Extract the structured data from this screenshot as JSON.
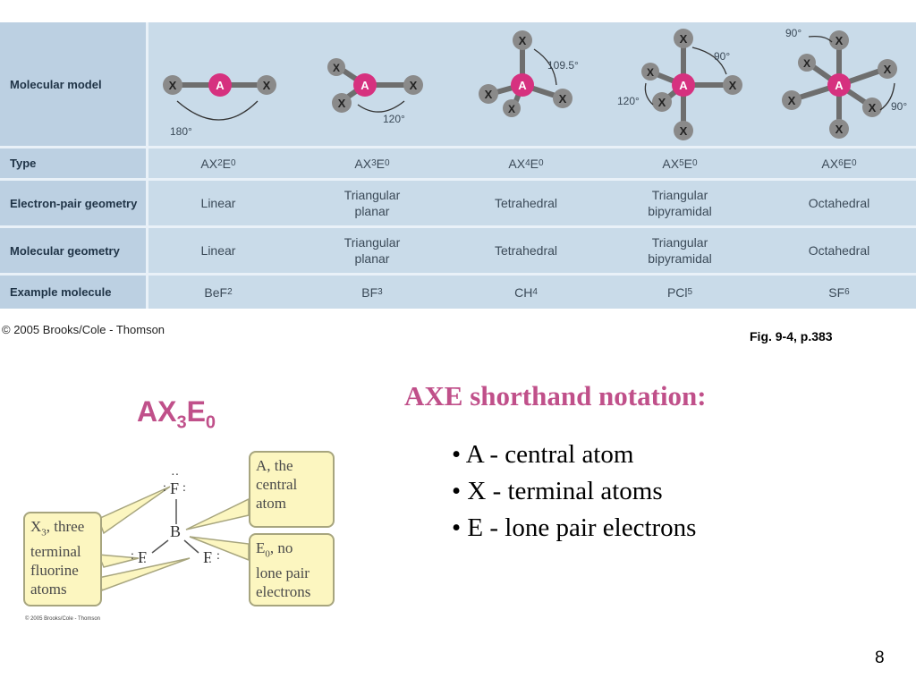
{
  "figure": {
    "row_labels": [
      "Molecular model",
      "Type",
      "Electron-pair geometry",
      "Molecular geometry",
      "Example molecule"
    ],
    "columns": [
      {
        "type": "AX2E0",
        "type_main": "AX",
        "type_s1": "2",
        "type_mid": "E",
        "type_s2": "0",
        "electron_geometry": [
          "Linear"
        ],
        "molecular_geometry": [
          "Linear"
        ],
        "example_main": "BeF",
        "example_sub": "2",
        "angle": "180°"
      },
      {
        "type": "AX3E0",
        "type_main": "AX",
        "type_s1": "3",
        "type_mid": "E",
        "type_s2": "0",
        "electron_geometry": [
          "Triangular",
          "planar"
        ],
        "molecular_geometry": [
          "Triangular",
          "planar"
        ],
        "example_main": "BF",
        "example_sub": "3",
        "angle": "120°"
      },
      {
        "type": "AX4E0",
        "type_main": "AX",
        "type_s1": "4",
        "type_mid": "E",
        "type_s2": "0",
        "electron_geometry": [
          "Tetrahedral"
        ],
        "molecular_geometry": [
          "Tetrahedral"
        ],
        "example_main": "CH",
        "example_sub": "4",
        "angle": "109.5°"
      },
      {
        "type": "AX5E0",
        "type_main": "AX",
        "type_s1": "5",
        "type_mid": "E",
        "type_s2": "0",
        "electron_geometry": [
          "Triangular",
          "bipyramidal"
        ],
        "molecular_geometry": [
          "Triangular",
          "bipyramidal"
        ],
        "example_main": "PCl",
        "example_sub": "5",
        "angle": "90°",
        "angle2": "120°"
      },
      {
        "type": "AX6E0",
        "type_main": "AX",
        "type_s1": "6",
        "type_mid": "E",
        "type_s2": "0",
        "electron_geometry": [
          "Octahedral"
        ],
        "molecular_geometry": [
          "Octahedral"
        ],
        "example_main": "SF",
        "example_sub": "6",
        "angle": "90°",
        "angle2": "90°"
      }
    ],
    "atom_central": "A",
    "atom_terminal": "X",
    "colors": {
      "central": "#d6317f",
      "terminal": "#8a8a8a",
      "bond": "#6e6e6e"
    }
  },
  "copyright_top": "© 2005 Brooks/Cole - Thomson",
  "fig_ref": "Fig. 9-4, p.383",
  "ax3e0": {
    "main": "AX",
    "sub1": "3",
    "mid": "E",
    "sub2": "0"
  },
  "lewis": {
    "central": "B",
    "terminal": "F",
    "callout_a": [
      "A, the",
      "central",
      "atom"
    ],
    "callout_x": {
      "first_main": "X",
      "first_sub": "3",
      "first_rest": ", three",
      "lines": [
        "terminal",
        "fluorine",
        "atoms"
      ]
    },
    "callout_e": {
      "first_main": "E",
      "first_sub": "0",
      "first_rest": ", no",
      "lines": [
        "lone pair",
        "electrons"
      ]
    },
    "copyright": "© 2005 Brooks/Cole - Thomson"
  },
  "axe": {
    "heading": "AXE shorthand notation:",
    "items": [
      "• A - central atom",
      "• X - terminal atoms",
      "• E - lone pair electrons"
    ]
  },
  "page_number": "8"
}
